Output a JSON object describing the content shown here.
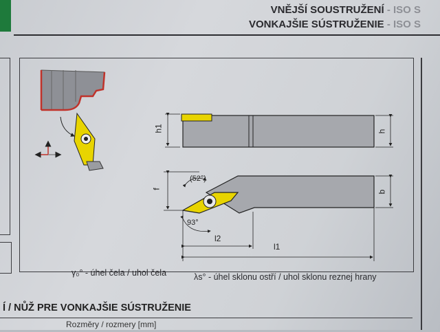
{
  "header": {
    "line1_main": "VNĚJŠÍ SOUSTRUŽENÍ",
    "line1_suffix": " - ISO S",
    "line2_main": "VONKAJŠIE SÚSTRUŽENIE",
    "line2_suffix": " - ISO S"
  },
  "drawing": {
    "labels": {
      "h1": "h1",
      "h": "h",
      "f": "f",
      "b": "b",
      "l1": "l1",
      "l2": "l2",
      "angle_52": "(52°)",
      "angle_93": "93°"
    }
  },
  "captions": {
    "gamma": "γ₀° - úhel čela / uhol čela",
    "lambda": "λs° - úhel sklonu ostří / uhol sklonu reznej hrany"
  },
  "section": {
    "title": "Í / NŮŽ PRE VONKAJŠIE SÚSTRUŽENIE",
    "subheader": "Rozměry / rozmery [mm]"
  },
  "colors": {
    "insert_yellow": "#e8d400",
    "body_grey": "#a6a8ad",
    "green_tab": "#1e7a3b",
    "red_profile": "#c0322a"
  }
}
